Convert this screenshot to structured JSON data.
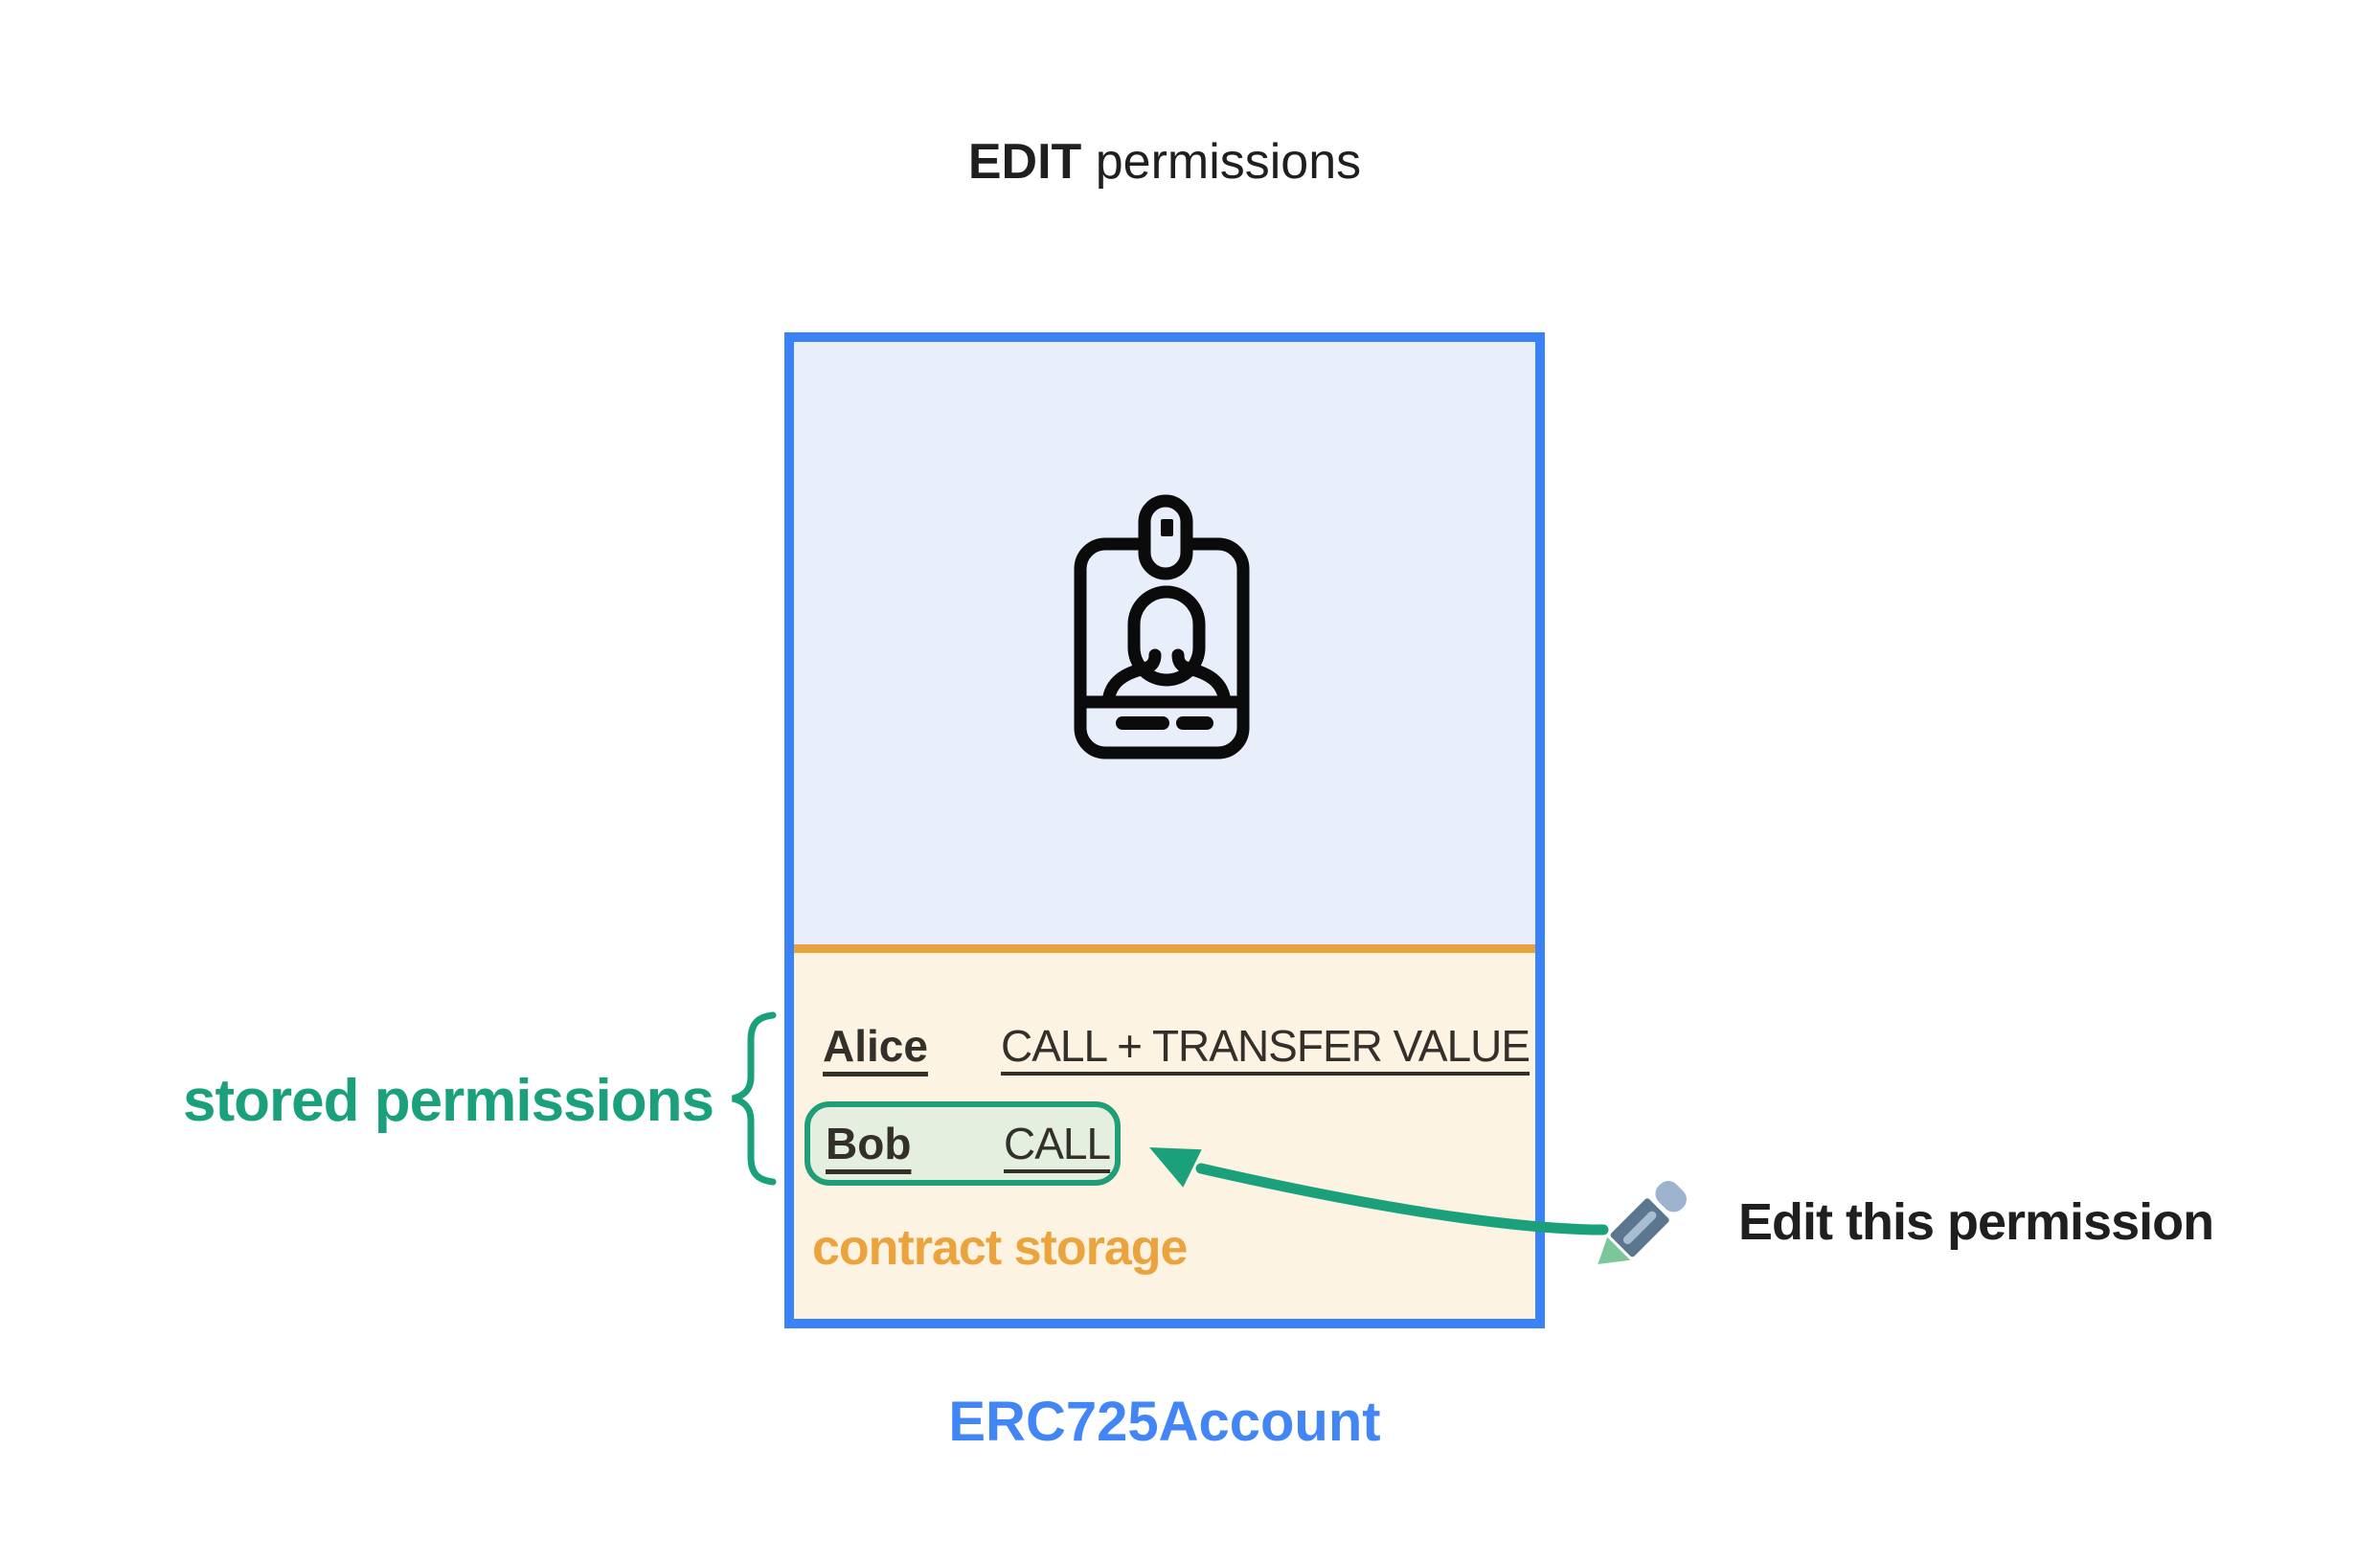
{
  "title": {
    "bold": "EDIT",
    "rest": " permissions"
  },
  "account": {
    "storage_label": "contract storage",
    "name": "ERC725Account",
    "permissions": [
      {
        "holder": "Alice",
        "value": "CALL + TRANSFER VALUE",
        "highlighted": false
      },
      {
        "holder": "Bob",
        "value": "CALL",
        "highlighted": true
      }
    ]
  },
  "annotations": {
    "stored_permissions_label": "stored permissions",
    "edit_label": "Edit this permission"
  },
  "icons": {
    "badge": "id-badge-icon",
    "pencil": "pencil-icon",
    "brace": "curly-brace",
    "arrow": "curved-arrow"
  },
  "colors": {
    "box_border_blue": "#3b82f6",
    "storage_fill_blue": "#e9eefb",
    "body_fill_cream": "#fdf3e3",
    "orange_accent": "#e8a33c",
    "teal_accent": "#1aa17c",
    "highlight_box_border": "#1f9e77",
    "highlight_box_fill": "#e4efdf",
    "erc_label_blue": "#4285f4",
    "row_text": "#33302a",
    "pencil_body": "#5b7790",
    "pencil_cap": "#9db3cd",
    "pencil_tip": "#7cc79a"
  }
}
